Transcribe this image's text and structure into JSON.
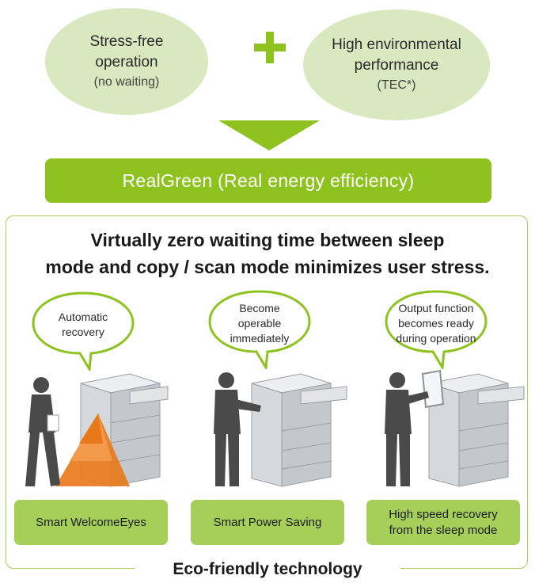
{
  "top": {
    "left_ellipse": {
      "main_line1": "Stress-free",
      "main_line2": "operation",
      "sub": "(no waiting)"
    },
    "right_ellipse": {
      "main_line1": "High environmental",
      "main_line2": "performance",
      "sub": "(TEC*)"
    }
  },
  "banner": {
    "label": "RealGreen (Real energy efficiency)"
  },
  "headline": {
    "line1": "Virtually zero waiting time between sleep",
    "line2": "mode and copy / scan mode minimizes user stress."
  },
  "columns": [
    {
      "bubble_line1": "Automatic",
      "bubble_line2": "recovery",
      "bubble_line3": "",
      "tech_line1": "Smart WelcomeEyes",
      "tech_line2": ""
    },
    {
      "bubble_line1": "Become",
      "bubble_line2": "operable",
      "bubble_line3": "immediately",
      "tech_line1": "Smart Power Saving",
      "tech_line2": ""
    },
    {
      "bubble_line1": "Output function",
      "bubble_line2": "becomes ready",
      "bubble_line3": "during operation",
      "tech_line1": "High speed recovery",
      "tech_line2": "from the sleep mode"
    }
  ],
  "footer": {
    "label": "Eco-friendly technology"
  },
  "colors": {
    "accent_green": "#8dc21f",
    "light_green": "#a6cf5a",
    "ellipse_fill": "#d9e8bf",
    "sensor_orange": "#e9781a",
    "person_gray": "#4a4a4a"
  }
}
